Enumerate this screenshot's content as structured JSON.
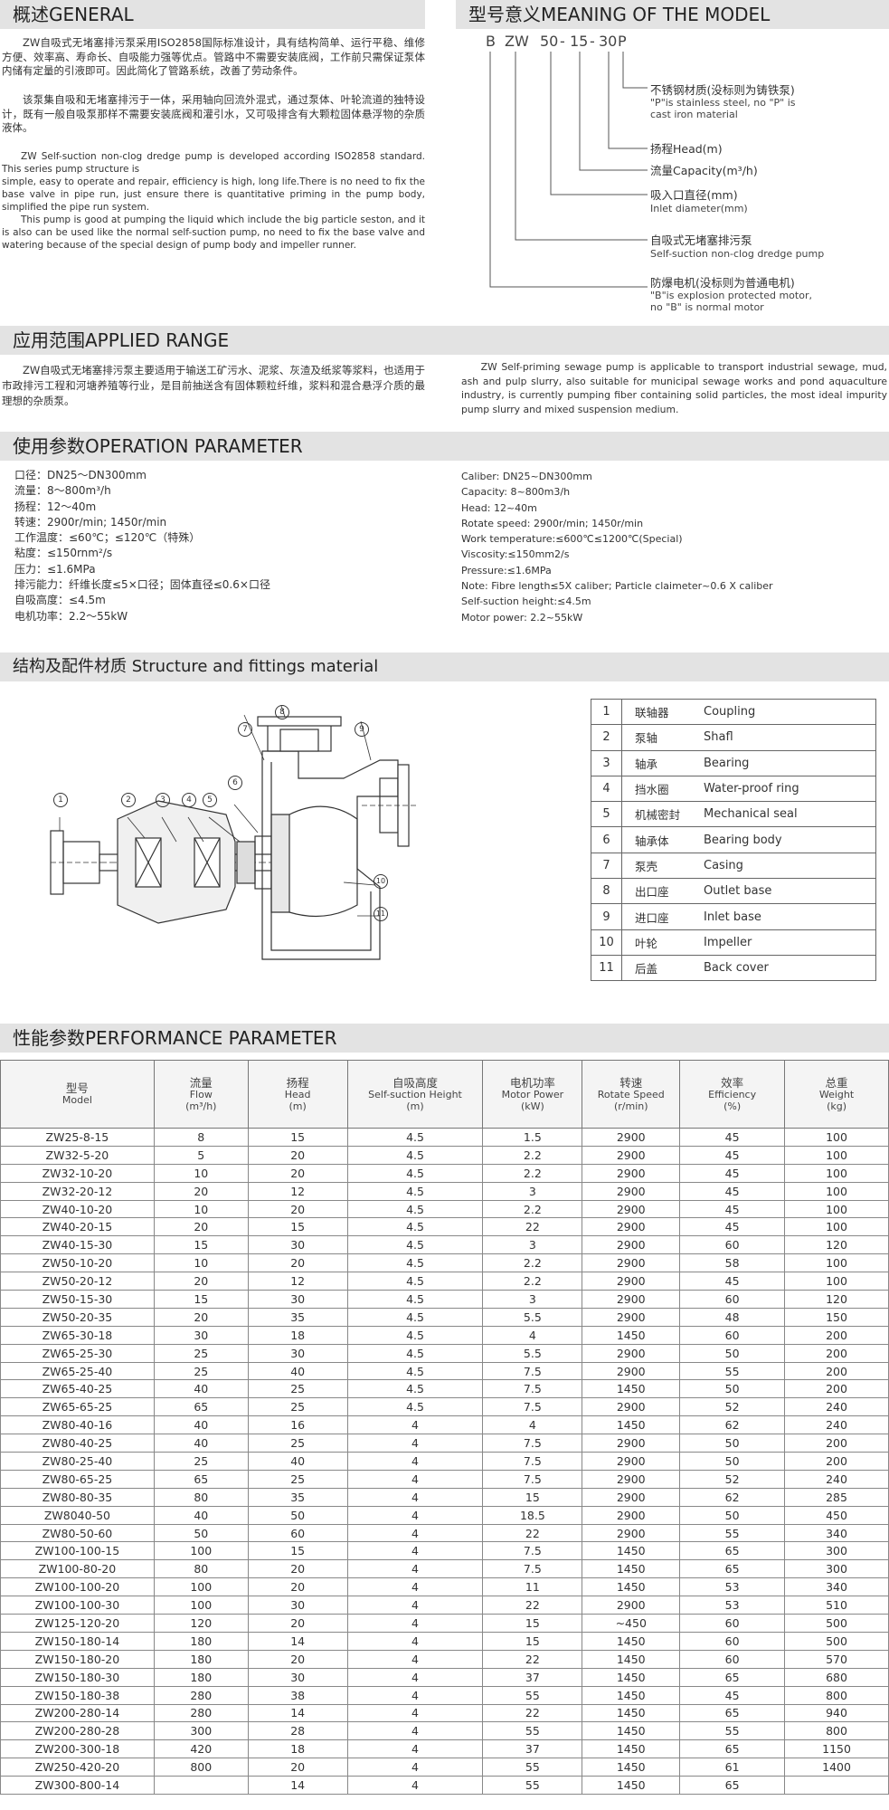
{
  "general": {
    "title": "概述GENERAL",
    "zh1": "ZW自吸式无堵塞排污泵采用ISO2858国际标准设计，具有结构简单、运行平稳、维修方便、效率高、寿命长、自吸能力强等优点。管路中不需要安装底阀，工作前只需保证泵体内储有定量的引液即可。因此简化了管路系统，改善了劳动条件。",
    "zh2": "该泵集自吸和无堵塞排污于一体，采用轴向回流外混式，通过泵体、叶轮流道的独特设计，既有一般自吸泵那样不需要安装底阀和灌引水，又可吸排含有大颗粒固体悬浮物的杂质液体。",
    "en1": "ZW Self-suction non-clog dredge pump is developed according ISO2858 standard. This series pump structure is",
    "en2": "simple, easy to operate and repair, efficiency is high, long life.There is no need to fix the base valve in pipe run, just ensure there is quantitative priming in the pump body, simplified the pipe run system.",
    "en3": "This pump is good at pumping the liquid which include the big particle seston, and it is also can be used like the normal self-suction pump, no need to fix the base valve and watering because of the special design of pump body and impeller runner."
  },
  "meaning": {
    "title": "型号意义MEANING OF THE MODEL",
    "code": [
      "B",
      "ZW",
      "50",
      "-",
      "15",
      "-",
      "30",
      "P"
    ],
    "items": [
      {
        "zh": "不锈钢材质(没标则为铸铁泵)",
        "en1": "\"P\"is stainless steel, no \"P\" is",
        "en2": "cast iron material"
      },
      {
        "zh": "扬程Head(m)",
        "en1": "",
        "en2": ""
      },
      {
        "zh": "流量Capacity(m³/h)",
        "en1": "",
        "en2": ""
      },
      {
        "zh": "吸入口直径(mm)",
        "en1": "Inlet diameter(mm)",
        "en2": ""
      },
      {
        "zh": "自吸式无堵塞排污泵",
        "en1": "Self-suction non-clog dredge pump",
        "en2": ""
      },
      {
        "zh": "防爆电机(没标则为普通电机)",
        "en1": "\"B\"is explosion protected motor,",
        "en2": "no \"B\" is normal motor"
      }
    ]
  },
  "applied": {
    "title": "应用范围APPLIED RANGE",
    "zh": "ZW自吸式无堵塞排污泵主要适用于输送工矿污水、泥浆、灰渣及纸浆等浆料，也适用于市政排污工程和河塘养殖等行业，是目前抽送含有固体颗粒纤维，浆料和混合悬浮介质的最理想的杂质泵。",
    "en": "ZW Self-priming sewage pump is applicable to transport industrial sewage, mud, ash and pulp slurry, also suitable for municipal sewage works and pond aquaculture industry, is currently pumping fiber containing solid particles, the most ideal impurity pump slurry and mixed suspension medium."
  },
  "operation": {
    "title": "使用参数OPERATION PARAMETER",
    "zh": [
      "口径：DN25～DN300mm",
      "流量：8～800m³/h",
      "扬程：12～40m",
      "转速：2900r/min; 1450r/min",
      "工作温度：≤60℃；≤120℃（特殊）",
      "粘度：≤150rnm²/s",
      "压力：≤1.6MPa",
      "排污能力：纤维长度≤5×口径；固体直径≤0.6×口径",
      "自吸高度：≤4.5m",
      "电机功率：2.2～55kW"
    ],
    "en": [
      "Caliber: DN25~DN300mm",
      "Capacity: 8~800m3/h",
      "Head: 12~40m",
      "Rotate speed: 2900r/min; 1450r/min",
      "Work temperature:≤600℃≤1200℃(Special)",
      "Viscosity:≤150mm2/s",
      "Pressure:≤1.6MPa",
      "Note: Fibre length≤5X caliber; Particle claimeter~0.6 X caliber",
      "Self-suction height:≤4.5m",
      "Motor power: 2.2~55kW"
    ]
  },
  "structure": {
    "title": "结构及配件材质 Structure and fittings material",
    "labels": [
      "1",
      "2",
      "3",
      "4",
      "5",
      "6",
      "7",
      "8",
      "9",
      "10",
      "11"
    ],
    "parts": [
      {
        "n": "1",
        "zh": "联轴器",
        "en": "Coupling"
      },
      {
        "n": "2",
        "zh": "泵轴",
        "en": "Shafl"
      },
      {
        "n": "3",
        "zh": "轴承",
        "en": "Bearing"
      },
      {
        "n": "4",
        "zh": "挡水圈",
        "en": "Water-proof ring"
      },
      {
        "n": "5",
        "zh": "机械密封",
        "en": "Mechanical seal"
      },
      {
        "n": "6",
        "zh": "轴承体",
        "en": "Bearing body"
      },
      {
        "n": "7",
        "zh": "泵壳",
        "en": "Casing"
      },
      {
        "n": "8",
        "zh": "出口座",
        "en": "Outlet base"
      },
      {
        "n": "9",
        "zh": "进口座",
        "en": "Inlet base"
      },
      {
        "n": "10",
        "zh": "叶轮",
        "en": "Impeller"
      },
      {
        "n": "11",
        "zh": "后盖",
        "en": "Back cover"
      }
    ]
  },
  "performance": {
    "title": "性能参数PERFORMANCE PARAMETER",
    "headers": [
      {
        "zh": "型号",
        "en": "Model",
        "u": ""
      },
      {
        "zh": "流量",
        "en": "Flow",
        "u": "(m³/h)"
      },
      {
        "zh": "扬程",
        "en": "Head",
        "u": "(m)"
      },
      {
        "zh": "自吸高度",
        "en": "Self-suction Height",
        "u": "(m)"
      },
      {
        "zh": "电机功率",
        "en": "Motor Power",
        "u": "(kW)"
      },
      {
        "zh": "转速",
        "en": "Rotate Speed",
        "u": "(r/min)"
      },
      {
        "zh": "效率",
        "en": "Efficiency",
        "u": "(%)"
      },
      {
        "zh": "总重",
        "en": "Weight",
        "u": "(kg)"
      }
    ],
    "rows": [
      [
        "ZW25-8-15",
        "8",
        "15",
        "4.5",
        "1.5",
        "2900",
        "45",
        "100"
      ],
      [
        "ZW32-5-20",
        "5",
        "20",
        "4.5",
        "2.2",
        "2900",
        "45",
        "100"
      ],
      [
        "ZW32-10-20",
        "10",
        "20",
        "4.5",
        "2.2",
        "2900",
        "45",
        "100"
      ],
      [
        "ZW32-20-12",
        "20",
        "12",
        "4.5",
        "3",
        "2900",
        "45",
        "100"
      ],
      [
        "ZW40-10-20",
        "10",
        "20",
        "4.5",
        "2.2",
        "2900",
        "45",
        "100"
      ],
      [
        "ZW40-20-15",
        "20",
        "15",
        "4.5",
        "22",
        "2900",
        "45",
        "100"
      ],
      [
        "ZW40-15-30",
        "15",
        "30",
        "4.5",
        "3",
        "2900",
        "60",
        "120"
      ],
      [
        "ZW50-10-20",
        "10",
        "20",
        "4.5",
        "2.2",
        "2900",
        "58",
        "100"
      ],
      [
        "ZW50-20-12",
        "20",
        "12",
        "4.5",
        "2.2",
        "2900",
        "45",
        "100"
      ],
      [
        "ZW50-15-30",
        "15",
        "30",
        "4.5",
        "3",
        "2900",
        "60",
        "120"
      ],
      [
        "ZW50-20-35",
        "20",
        "35",
        "4.5",
        "5.5",
        "2900",
        "48",
        "150"
      ],
      [
        "ZW65-30-18",
        "30",
        "18",
        "4.5",
        "4",
        "1450",
        "60",
        "200"
      ],
      [
        "ZW65-25-30",
        "25",
        "30",
        "4.5",
        "5.5",
        "2900",
        "50",
        "200"
      ],
      [
        "ZW65-25-40",
        "25",
        "40",
        "4.5",
        "7.5",
        "2900",
        "55",
        "200"
      ],
      [
        "ZW65-40-25",
        "40",
        "25",
        "4.5",
        "7.5",
        "1450",
        "50",
        "200"
      ],
      [
        "ZW65-65-25",
        "65",
        "25",
        "4.5",
        "7.5",
        "2900",
        "52",
        "240"
      ],
      [
        "ZW80-40-16",
        "40",
        "16",
        "4",
        "4",
        "1450",
        "62",
        "240"
      ],
      [
        "ZW80-40-25",
        "40",
        "25",
        "4",
        "7.5",
        "2900",
        "50",
        "200"
      ],
      [
        "ZW80-25-40",
        "25",
        "40",
        "4",
        "7.5",
        "2900",
        "50",
        "200"
      ],
      [
        "ZW80-65-25",
        "65",
        "25",
        "4",
        "7.5",
        "2900",
        "52",
        "240"
      ],
      [
        "ZW80-80-35",
        "80",
        "35",
        "4",
        "15",
        "2900",
        "62",
        "285"
      ],
      [
        "ZW8040-50",
        "40",
        "50",
        "4",
        "18.5",
        "2900",
        "50",
        "450"
      ],
      [
        "ZW80-50-60",
        "50",
        "60",
        "4",
        "22",
        "2900",
        "55",
        "340"
      ],
      [
        "ZW100-100-15",
        "100",
        "15",
        "4",
        "7.5",
        "1450",
        "65",
        "300"
      ],
      [
        "ZW100-80-20",
        "80",
        "20",
        "4",
        "7.5",
        "1450",
        "65",
        "300"
      ],
      [
        "ZW100-100-20",
        "100",
        "20",
        "4",
        "11",
        "1450",
        "53",
        "340"
      ],
      [
        "ZW100-100-30",
        "100",
        "30",
        "4",
        "22",
        "2900",
        "53",
        "510"
      ],
      [
        "ZW125-120-20",
        "120",
        "20",
        "4",
        "15",
        "~450",
        "60",
        "500"
      ],
      [
        "ZW150-180-14",
        "180",
        "14",
        "4",
        "15",
        "1450",
        "60",
        "500"
      ],
      [
        "ZW150-180-20",
        "180",
        "20",
        "4",
        "22",
        "1450",
        "60",
        "570"
      ],
      [
        "ZW150-180-30",
        "180",
        "30",
        "4",
        "37",
        "1450",
        "65",
        "680"
      ],
      [
        "ZW150-180-38",
        "280",
        "38",
        "4",
        "55",
        "1450",
        "45",
        "800"
      ],
      [
        "ZW200-280-14",
        "280",
        "14",
        "4",
        "22",
        "1450",
        "65",
        "940"
      ],
      [
        "ZW200-280-28",
        "300",
        "28",
        "4",
        "55",
        "1450",
        "55",
        "800"
      ],
      [
        "ZW200-300-18",
        "420",
        "18",
        "4",
        "37",
        "1450",
        "65",
        "1150"
      ],
      [
        "ZW250-420-20",
        "800",
        "20",
        "4",
        "55",
        "1450",
        "61",
        "1400"
      ],
      [
        "ZW300-800-14",
        "",
        "14",
        "4",
        "55",
        "1450",
        "65",
        ""
      ]
    ]
  }
}
